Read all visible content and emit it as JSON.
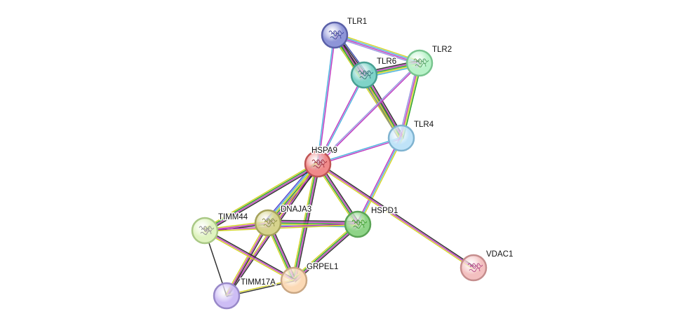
{
  "network": {
    "nodes": [
      {
        "id": "TLR1",
        "label": "TLR1",
        "fill": "#8e95d8",
        "stroke": "#5a60a8",
        "icon": "protein-structure-icon",
        "iconColor": "#3b3f9a"
      },
      {
        "id": "TLR2",
        "label": "TLR2",
        "fill": "#b8f2c8",
        "stroke": "#78c48e",
        "icon": "protein-structure-icon",
        "iconColor": "#4a9a5a"
      },
      {
        "id": "TLR6",
        "label": "TLR6",
        "fill": "#7fd3c8",
        "stroke": "#48a093",
        "icon": "protein-structure-icon",
        "iconColor": "#2c6f78"
      },
      {
        "id": "TLR4",
        "label": "TLR4",
        "fill": "#bfe3f8",
        "stroke": "#7fb3d0",
        "icon": "",
        "iconColor": ""
      },
      {
        "id": "HSPA9",
        "label": "HSPA9",
        "fill": "#f08a8a",
        "stroke": "#c05555",
        "icon": "protein-structure-icon",
        "iconColor": "#9a2b3a"
      },
      {
        "id": "DNAJA3",
        "label": "DNAJA3",
        "fill": "#d6d38c",
        "stroke": "#a5a25a",
        "icon": "protein-structure-icon",
        "iconColor": "#8a8840"
      },
      {
        "id": "HSPD1",
        "label": "HSPD1",
        "fill": "#8ed487",
        "stroke": "#5aa455",
        "icon": "protein-structure-icon",
        "iconColor": "#3a9a2a"
      },
      {
        "id": "TIMM44",
        "label": "TIMM44",
        "fill": "#dff3bf",
        "stroke": "#a9c885",
        "icon": "protein-structure-icon",
        "iconColor": "#888888"
      },
      {
        "id": "GRPEL1",
        "label": "GRPEL1",
        "fill": "#fbd9b5",
        "stroke": "#c9a784",
        "icon": "",
        "iconColor": ""
      },
      {
        "id": "TIMM17A",
        "label": "TIMM17A",
        "fill": "#cdbdf5",
        "stroke": "#9888c8",
        "icon": "",
        "iconColor": ""
      },
      {
        "id": "VDAC1",
        "label": "VDAC1",
        "fill": "#f3c0c0",
        "stroke": "#c58d8d",
        "icon": "protein-structure-icon",
        "iconColor": "#b04080"
      }
    ],
    "edges": [
      {
        "source": "TLR1",
        "target": "TLR6",
        "colors": [
          "#4a56b5",
          "#333333",
          "#c03cc0",
          "#2aa02a",
          "#d4d42a",
          "#52b3e0"
        ]
      },
      {
        "source": "TLR1",
        "target": "TLR2",
        "colors": [
          "#d4d42a",
          "#52b3e0",
          "#c03cc0",
          "#9a9ae0"
        ]
      },
      {
        "source": "TLR1",
        "target": "TLR4",
        "colors": [
          "#333333",
          "#c03cc0",
          "#2aa02a",
          "#d4d42a"
        ]
      },
      {
        "source": "TLR1",
        "target": "HSPA9",
        "colors": [
          "#c03cc0",
          "#52b3e0"
        ]
      },
      {
        "source": "TLR6",
        "target": "TLR2",
        "colors": [
          "#333333",
          "#c03cc0",
          "#2aa02a",
          "#d4d42a",
          "#52b3e0"
        ]
      },
      {
        "source": "TLR6",
        "target": "TLR4",
        "colors": [
          "#333333",
          "#c03cc0",
          "#2aa02a",
          "#d4d42a",
          "#8a8a8a"
        ]
      },
      {
        "source": "TLR6",
        "target": "HSPA9",
        "colors": [
          "#52b3e0",
          "#c03cc0"
        ]
      },
      {
        "source": "TLR2",
        "target": "TLR4",
        "colors": [
          "#2aa02a",
          "#d4d42a",
          "#c03cc0",
          "#9a9ae0"
        ]
      },
      {
        "source": "TLR2",
        "target": "HSPA9",
        "colors": [
          "#c03cc0",
          "#9a9ae0"
        ]
      },
      {
        "source": "TLR4",
        "target": "HSPA9",
        "colors": [
          "#c03cc0",
          "#52b3e0"
        ]
      },
      {
        "source": "TLR4",
        "target": "HSPD1",
        "colors": [
          "#d4d42a",
          "#52b3e0",
          "#c03cc0"
        ]
      },
      {
        "source": "HSPA9",
        "target": "DNAJA3",
        "colors": [
          "#333333",
          "#c03cc0",
          "#2aa02a",
          "#d4d42a",
          "#52b3e0",
          "#5a4ad0"
        ]
      },
      {
        "source": "HSPA9",
        "target": "HSPD1",
        "colors": [
          "#333333",
          "#c03cc0",
          "#2aa02a",
          "#d4d42a"
        ]
      },
      {
        "source": "HSPA9",
        "target": "TIMM44",
        "colors": [
          "#333333",
          "#c03cc0",
          "#2aa02a",
          "#d4d42a"
        ]
      },
      {
        "source": "HSPA9",
        "target": "GRPEL1",
        "colors": [
          "#333333",
          "#c03cc0",
          "#2aa02a",
          "#d4d42a"
        ]
      },
      {
        "source": "HSPA9",
        "target": "TIMM17A",
        "colors": [
          "#333333",
          "#c03cc0",
          "#d4d42a"
        ]
      },
      {
        "source": "HSPA9",
        "target": "VDAC1",
        "colors": [
          "#333333",
          "#c03cc0",
          "#d4d42a"
        ]
      },
      {
        "source": "DNAJA3",
        "target": "HSPD1",
        "colors": [
          "#333333",
          "#c03cc0",
          "#2aa02a",
          "#d4d42a",
          "#52b3e0"
        ]
      },
      {
        "source": "DNAJA3",
        "target": "TIMM44",
        "colors": [
          "#333333",
          "#c03cc0",
          "#d4d42a"
        ]
      },
      {
        "source": "DNAJA3",
        "target": "GRPEL1",
        "colors": [
          "#333333",
          "#c03cc0",
          "#2aa02a",
          "#d4d42a"
        ]
      },
      {
        "source": "DNAJA3",
        "target": "TIMM17A",
        "colors": [
          "#333333",
          "#c03cc0",
          "#d4d42a"
        ]
      },
      {
        "source": "HSPD1",
        "target": "GRPEL1",
        "colors": [
          "#333333",
          "#c03cc0",
          "#2aa02a",
          "#d4d42a"
        ]
      },
      {
        "source": "HSPD1",
        "target": "TIMM44",
        "colors": [
          "#d4d42a",
          "#c03cc0"
        ]
      },
      {
        "source": "TIMM44",
        "target": "TIMM17A",
        "colors": [
          "#333333"
        ]
      },
      {
        "source": "TIMM44",
        "target": "GRPEL1",
        "colors": [
          "#333333",
          "#c03cc0",
          "#d4d42a"
        ]
      },
      {
        "source": "GRPEL1",
        "target": "TIMM17A",
        "colors": [
          "#333333",
          "#d4d42a"
        ]
      }
    ]
  }
}
